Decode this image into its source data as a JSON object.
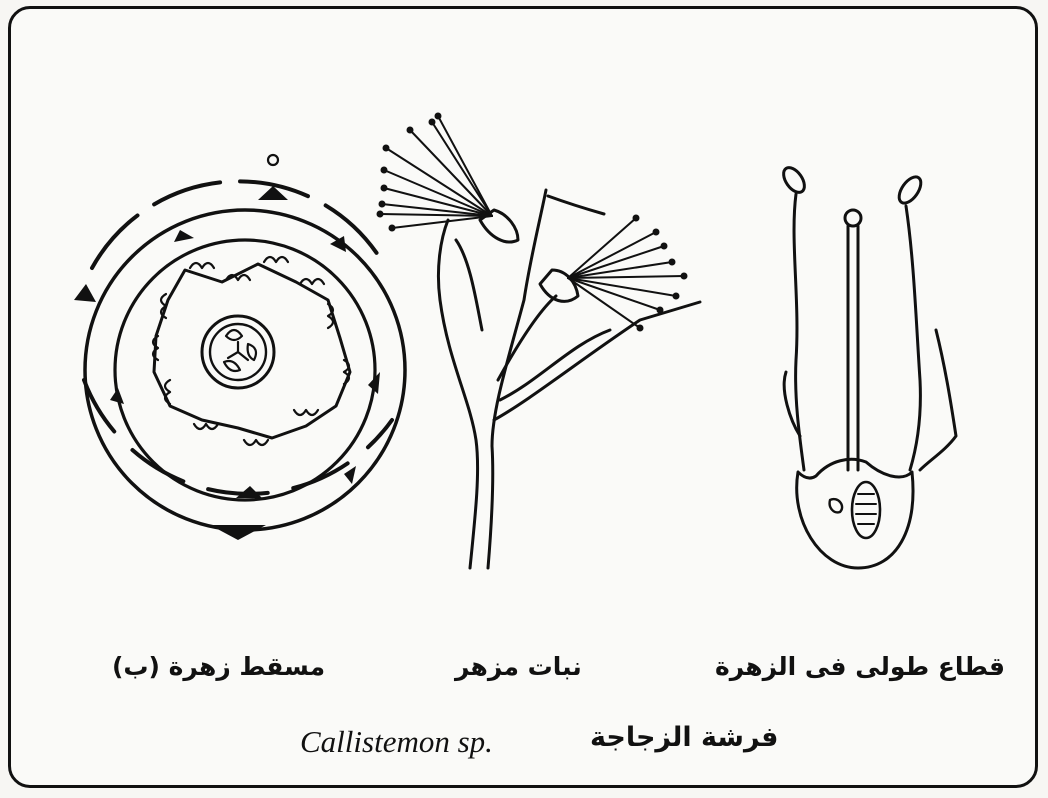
{
  "figure": {
    "illustrations": {
      "floral_diagram": {
        "icon": "floral-diagram-drawing"
      },
      "flowering_plant": {
        "icon": "flowering-branch-drawing"
      },
      "longitudinal_section": {
        "icon": "flower-longitudinal-section-drawing"
      }
    },
    "captions": {
      "floral_diagram": "مسقط زهرة (ب)",
      "flowering_plant": "نبات مزهر",
      "longitudinal_section": "قطاع طولى فى الزهرة"
    },
    "title": {
      "scientific_name": "Callistemon sp.",
      "common_name": "فرشة الزجاجة"
    }
  }
}
